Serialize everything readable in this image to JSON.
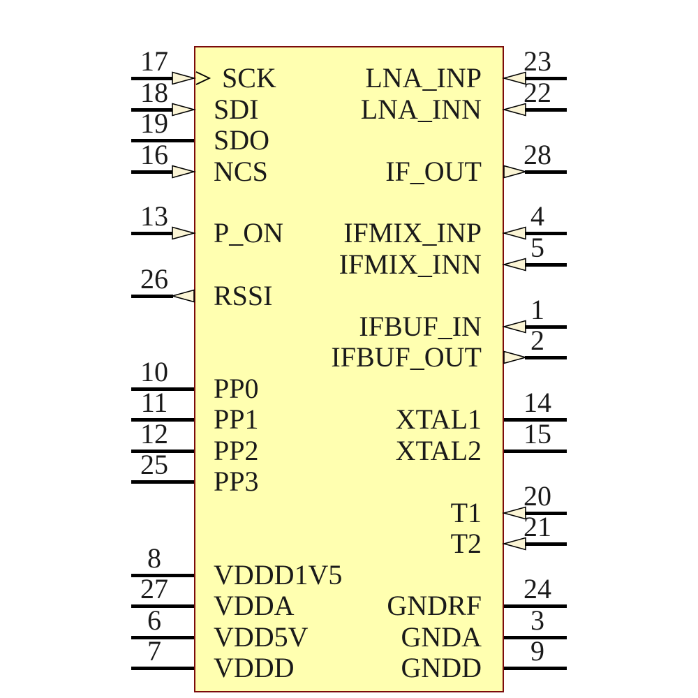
{
  "diagram": {
    "kind": "ic-pin-diagram-schematic-symbol",
    "pin_count_shown": 28
  },
  "colors": {
    "bodyFill": "#FFFFB0",
    "bodyBorder": "#7B0B0B",
    "arrowFill": "#FBF5D5",
    "wireColor": "#000000",
    "textColor": "#1A1A1A",
    "pageBackground": "#FFFFFF"
  },
  "pins": {
    "left": [
      {
        "number": "17",
        "label": "SCK",
        "direction": "input",
        "clock": true
      },
      {
        "number": "18",
        "label": "SDI",
        "direction": "input",
        "clock": false
      },
      {
        "number": "19",
        "label": "SDO",
        "direction": "none",
        "clock": false
      },
      {
        "number": "16",
        "label": "NCS",
        "direction": "input",
        "clock": false
      },
      {
        "number": "13",
        "label": "P_ON",
        "direction": "input",
        "clock": false
      },
      {
        "number": "26",
        "label": "RSSI",
        "direction": "output",
        "clock": false
      },
      {
        "number": "10",
        "label": "PP0",
        "direction": "none",
        "clock": false
      },
      {
        "number": "11",
        "label": "PP1",
        "direction": "none",
        "clock": false
      },
      {
        "number": "12",
        "label": "PP2",
        "direction": "none",
        "clock": false
      },
      {
        "number": "25",
        "label": "PP3",
        "direction": "none",
        "clock": false
      },
      {
        "number": "8",
        "label": "VDDD1V5",
        "direction": "none",
        "clock": false
      },
      {
        "number": "27",
        "label": "VDDA",
        "direction": "none",
        "clock": false
      },
      {
        "number": "6",
        "label": "VDD5V",
        "direction": "none",
        "clock": false
      },
      {
        "number": "7",
        "label": "VDDD",
        "direction": "none",
        "clock": false
      }
    ],
    "right": [
      {
        "number": "23",
        "label": "LNA_INP",
        "direction": "input"
      },
      {
        "number": "22",
        "label": "LNA_INN",
        "direction": "input"
      },
      {
        "number": "28",
        "label": "IF_OUT",
        "direction": "output"
      },
      {
        "number": "4",
        "label": "IFMIX_INP",
        "direction": "input"
      },
      {
        "number": "5",
        "label": "IFMIX_INN",
        "direction": "input"
      },
      {
        "number": "1",
        "label": "IFBUF_IN",
        "direction": "input"
      },
      {
        "number": "2",
        "label": "IFBUF_OUT",
        "direction": "output"
      },
      {
        "number": "14",
        "label": "XTAL1",
        "direction": "none"
      },
      {
        "number": "15",
        "label": "XTAL2",
        "direction": "none"
      },
      {
        "number": "20",
        "label": "T1",
        "direction": "input"
      },
      {
        "number": "21",
        "label": "T2",
        "direction": "input"
      },
      {
        "number": "24",
        "label": "GNDRF",
        "direction": "none"
      },
      {
        "number": "3",
        "label": "GNDA",
        "direction": "none"
      },
      {
        "number": "9",
        "label": "GNDD",
        "direction": "none"
      }
    ]
  }
}
